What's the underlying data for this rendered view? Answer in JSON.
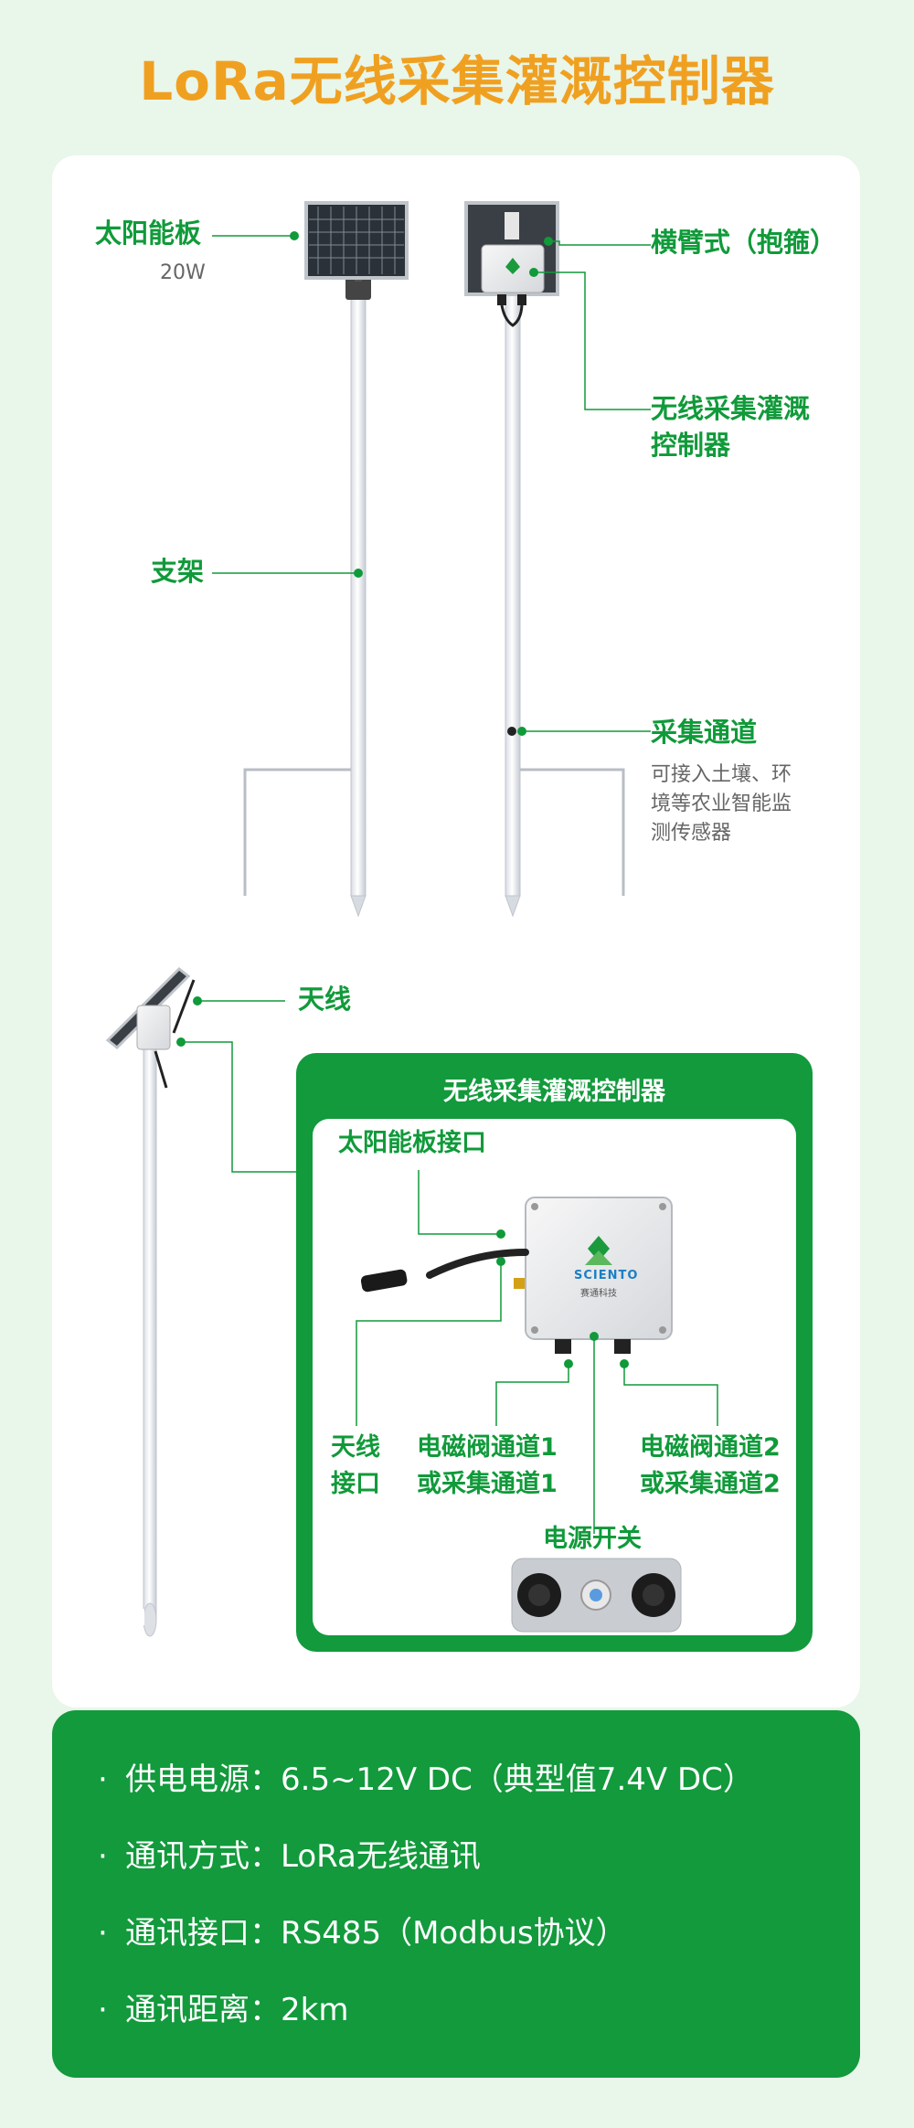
{
  "title": "LoRa无线采集灌溉控制器",
  "labels": {
    "solar_panel": "太阳能板",
    "solar_power": "20W",
    "crossarm": "横臂式（抱箍）",
    "controller_line1": "无线采集灌溉",
    "controller_line2": "控制器",
    "bracket": "支架",
    "channel": "采集通道",
    "channel_desc_line1": "可接入土壤、环",
    "channel_desc_line2": "境等农业智能监",
    "channel_desc_line3": "测传感器",
    "antenna": "天线"
  },
  "detail": {
    "title": "无线采集灌溉控制器",
    "solar_port": "太阳能板接口",
    "antenna_port_line1": "天线",
    "antenna_port_line2": "接口",
    "valve1_line1": "电磁阀通道1",
    "valve1_line2": "或采集通道1",
    "valve2_line1": "电磁阀通道2",
    "valve2_line2": "或采集通道2",
    "power_switch": "电源开关",
    "logo": "SCIENTO",
    "logo_sub": "赛通科技"
  },
  "specs": [
    {
      "label": "供电电源",
      "value": "6.5~12V DC（典型值7.4V DC）"
    },
    {
      "label": "通讯方式",
      "value": "LoRa无线通讯"
    },
    {
      "label": "通讯接口",
      "value": "RS485（Modbus协议）"
    },
    {
      "label": "通讯距离",
      "value": "2km"
    }
  ],
  "colors": {
    "accent_green": "#129a3c",
    "title_orange": "#f0a020",
    "background": "#e9f6ea"
  }
}
